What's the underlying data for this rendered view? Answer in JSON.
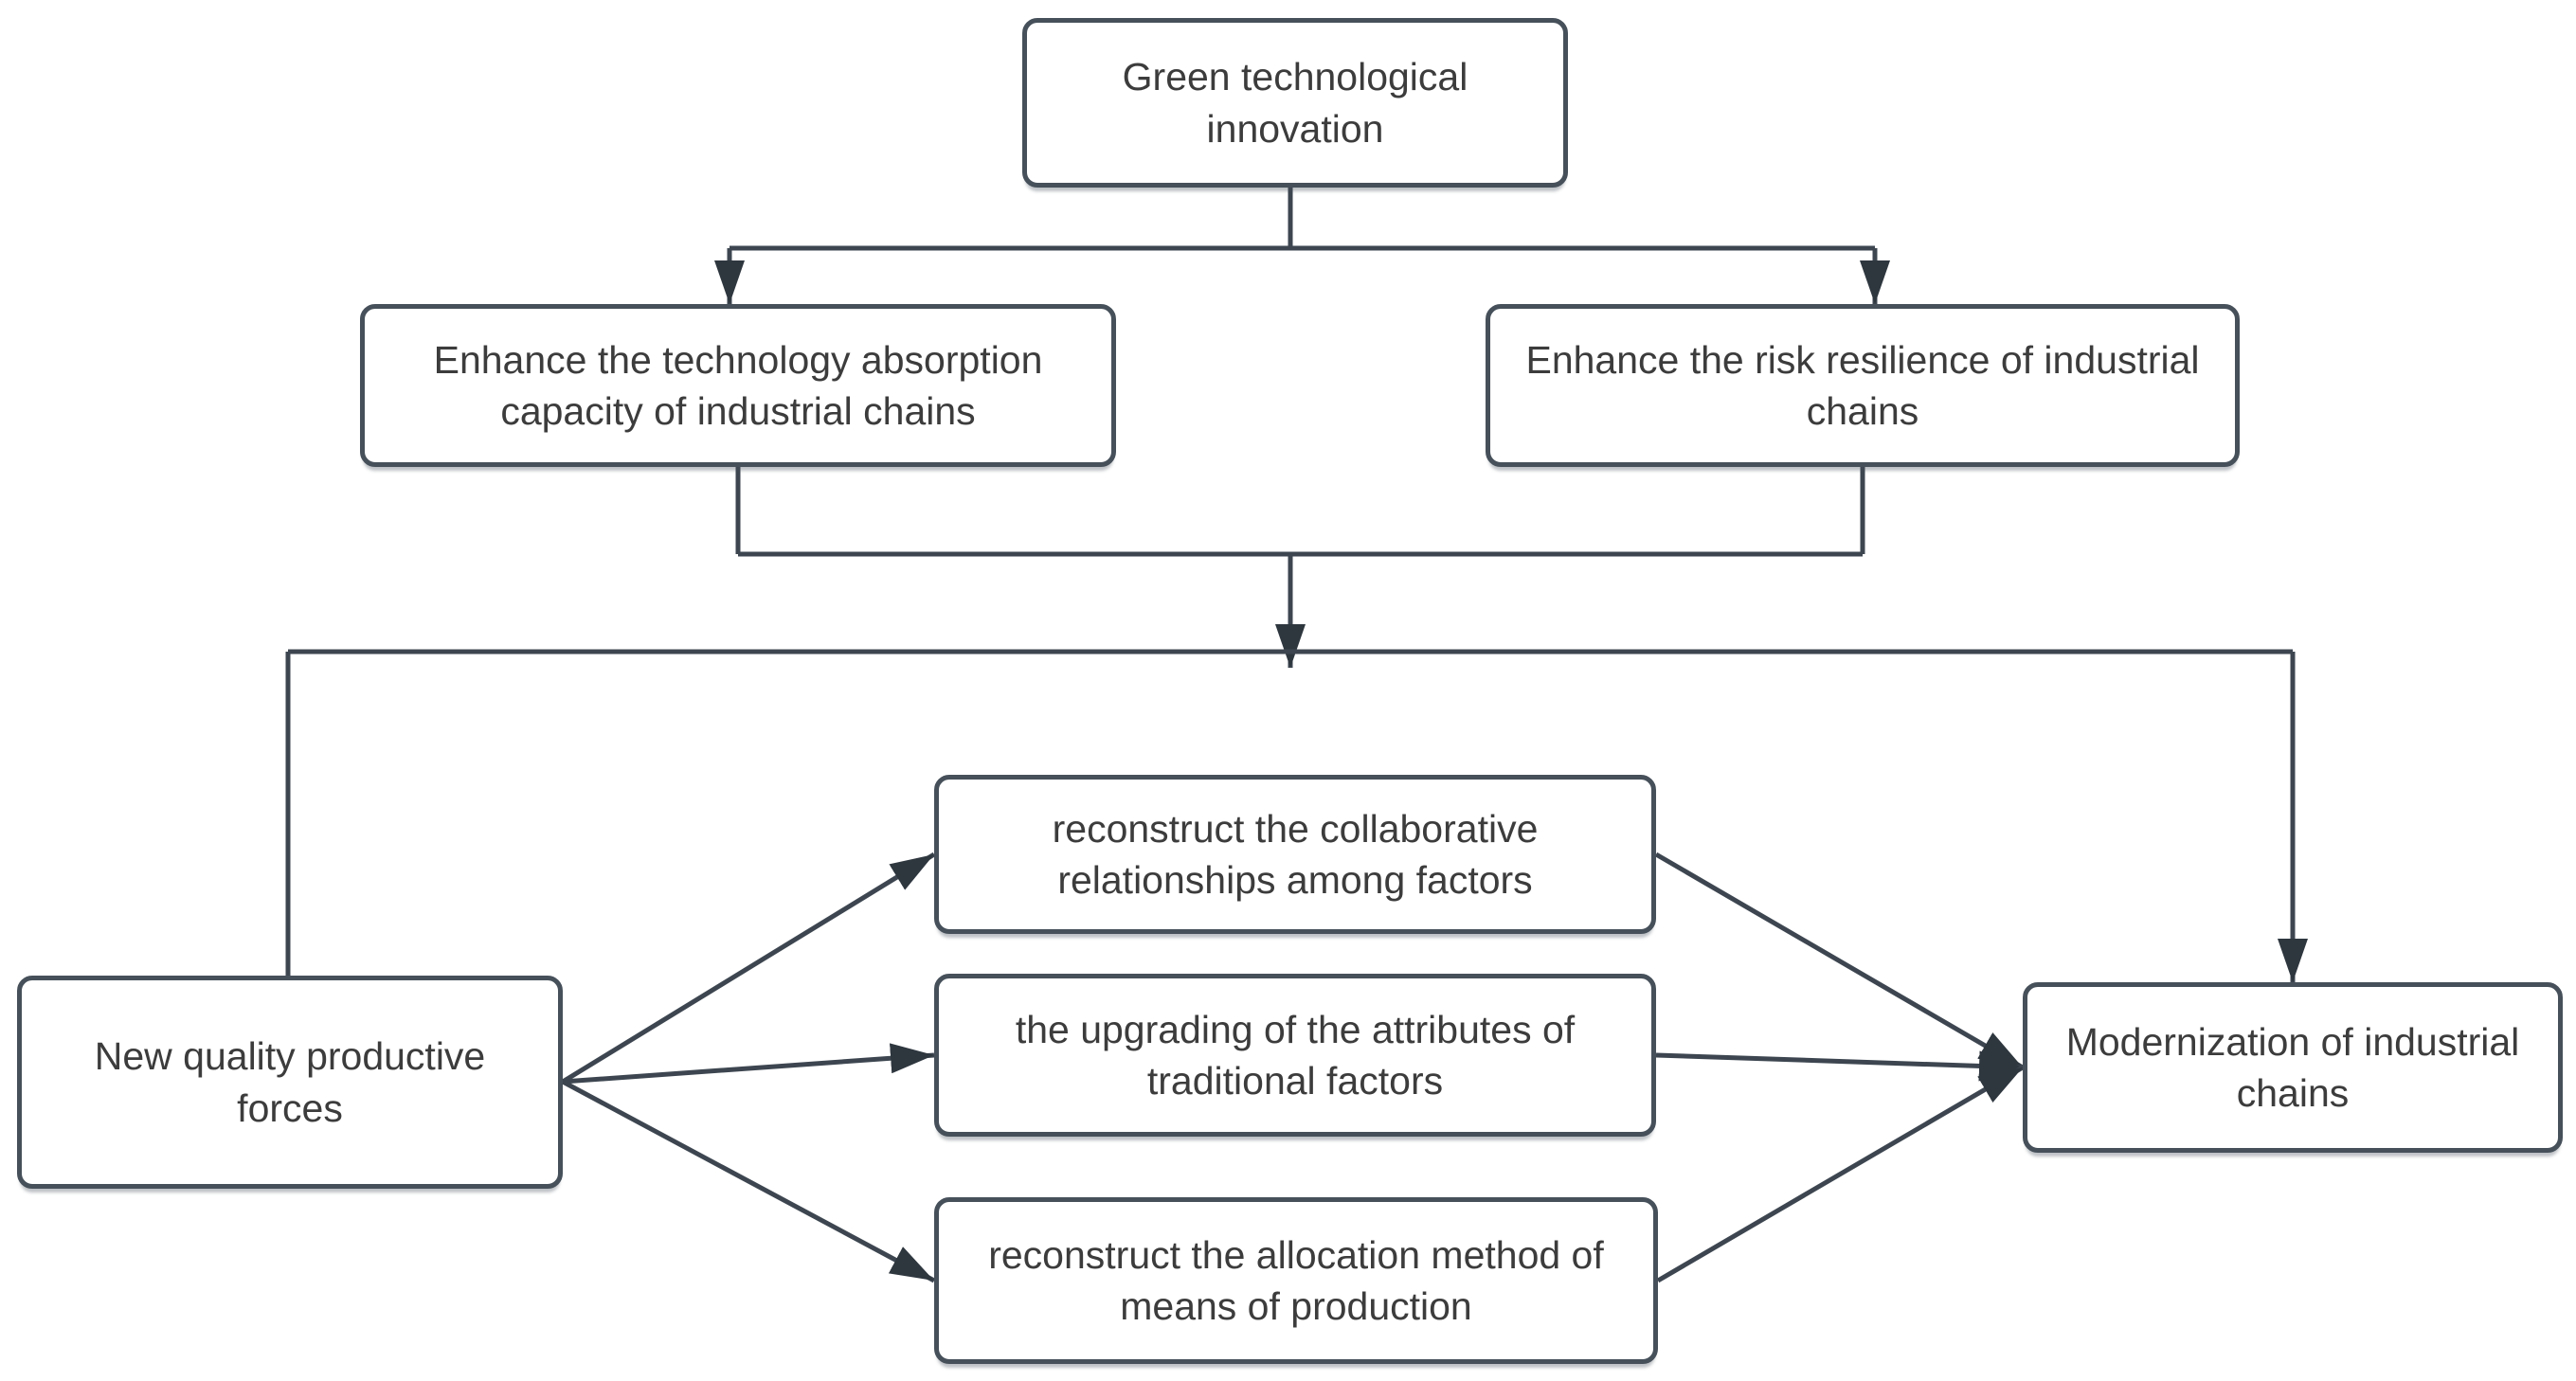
{
  "diagram": {
    "type": "flowchart",
    "background": "#ffffff",
    "colors": {
      "box_border": "#46505a",
      "box_fill": "#ffffff",
      "connector_line": "#3d4650",
      "arrowhead": "#2e363e",
      "text": "#3c3c3c"
    },
    "nodes": {
      "green": {
        "label": "Green technological innovation"
      },
      "absorption": {
        "label": "Enhance the technology absorption capacity of industrial chains"
      },
      "risk": {
        "label": "Enhance the risk resilience of industrial chains"
      },
      "forces": {
        "label": "New quality productive forces"
      },
      "collaborative": {
        "label": "reconstruct the collaborative relationships among factors"
      },
      "upgrading": {
        "label": "the upgrading of the attributes of traditional factors"
      },
      "allocation": {
        "label": "reconstruct the allocation method of means of production"
      },
      "modernization": {
        "label": "Modernization of industrial chains"
      }
    },
    "edges": [
      {
        "from": "green",
        "to": "absorption",
        "arrow": true
      },
      {
        "from": "green",
        "to": "risk",
        "arrow": true
      },
      {
        "from": "absorption",
        "to": "merge-junction",
        "arrow": false
      },
      {
        "from": "risk",
        "to": "merge-junction",
        "arrow": false
      },
      {
        "from": "merge-junction",
        "to": "backbone",
        "arrow": true
      },
      {
        "from": "backbone",
        "to": "forces",
        "arrow": false
      },
      {
        "from": "backbone",
        "to": "modernization",
        "arrow": true
      },
      {
        "from": "forces",
        "to": "collaborative",
        "arrow": true
      },
      {
        "from": "forces",
        "to": "upgrading",
        "arrow": true
      },
      {
        "from": "forces",
        "to": "allocation",
        "arrow": true
      },
      {
        "from": "collaborative",
        "to": "modernization",
        "arrow": true
      },
      {
        "from": "upgrading",
        "to": "modernization",
        "arrow": true
      },
      {
        "from": "allocation",
        "to": "modernization",
        "arrow": true
      }
    ]
  }
}
